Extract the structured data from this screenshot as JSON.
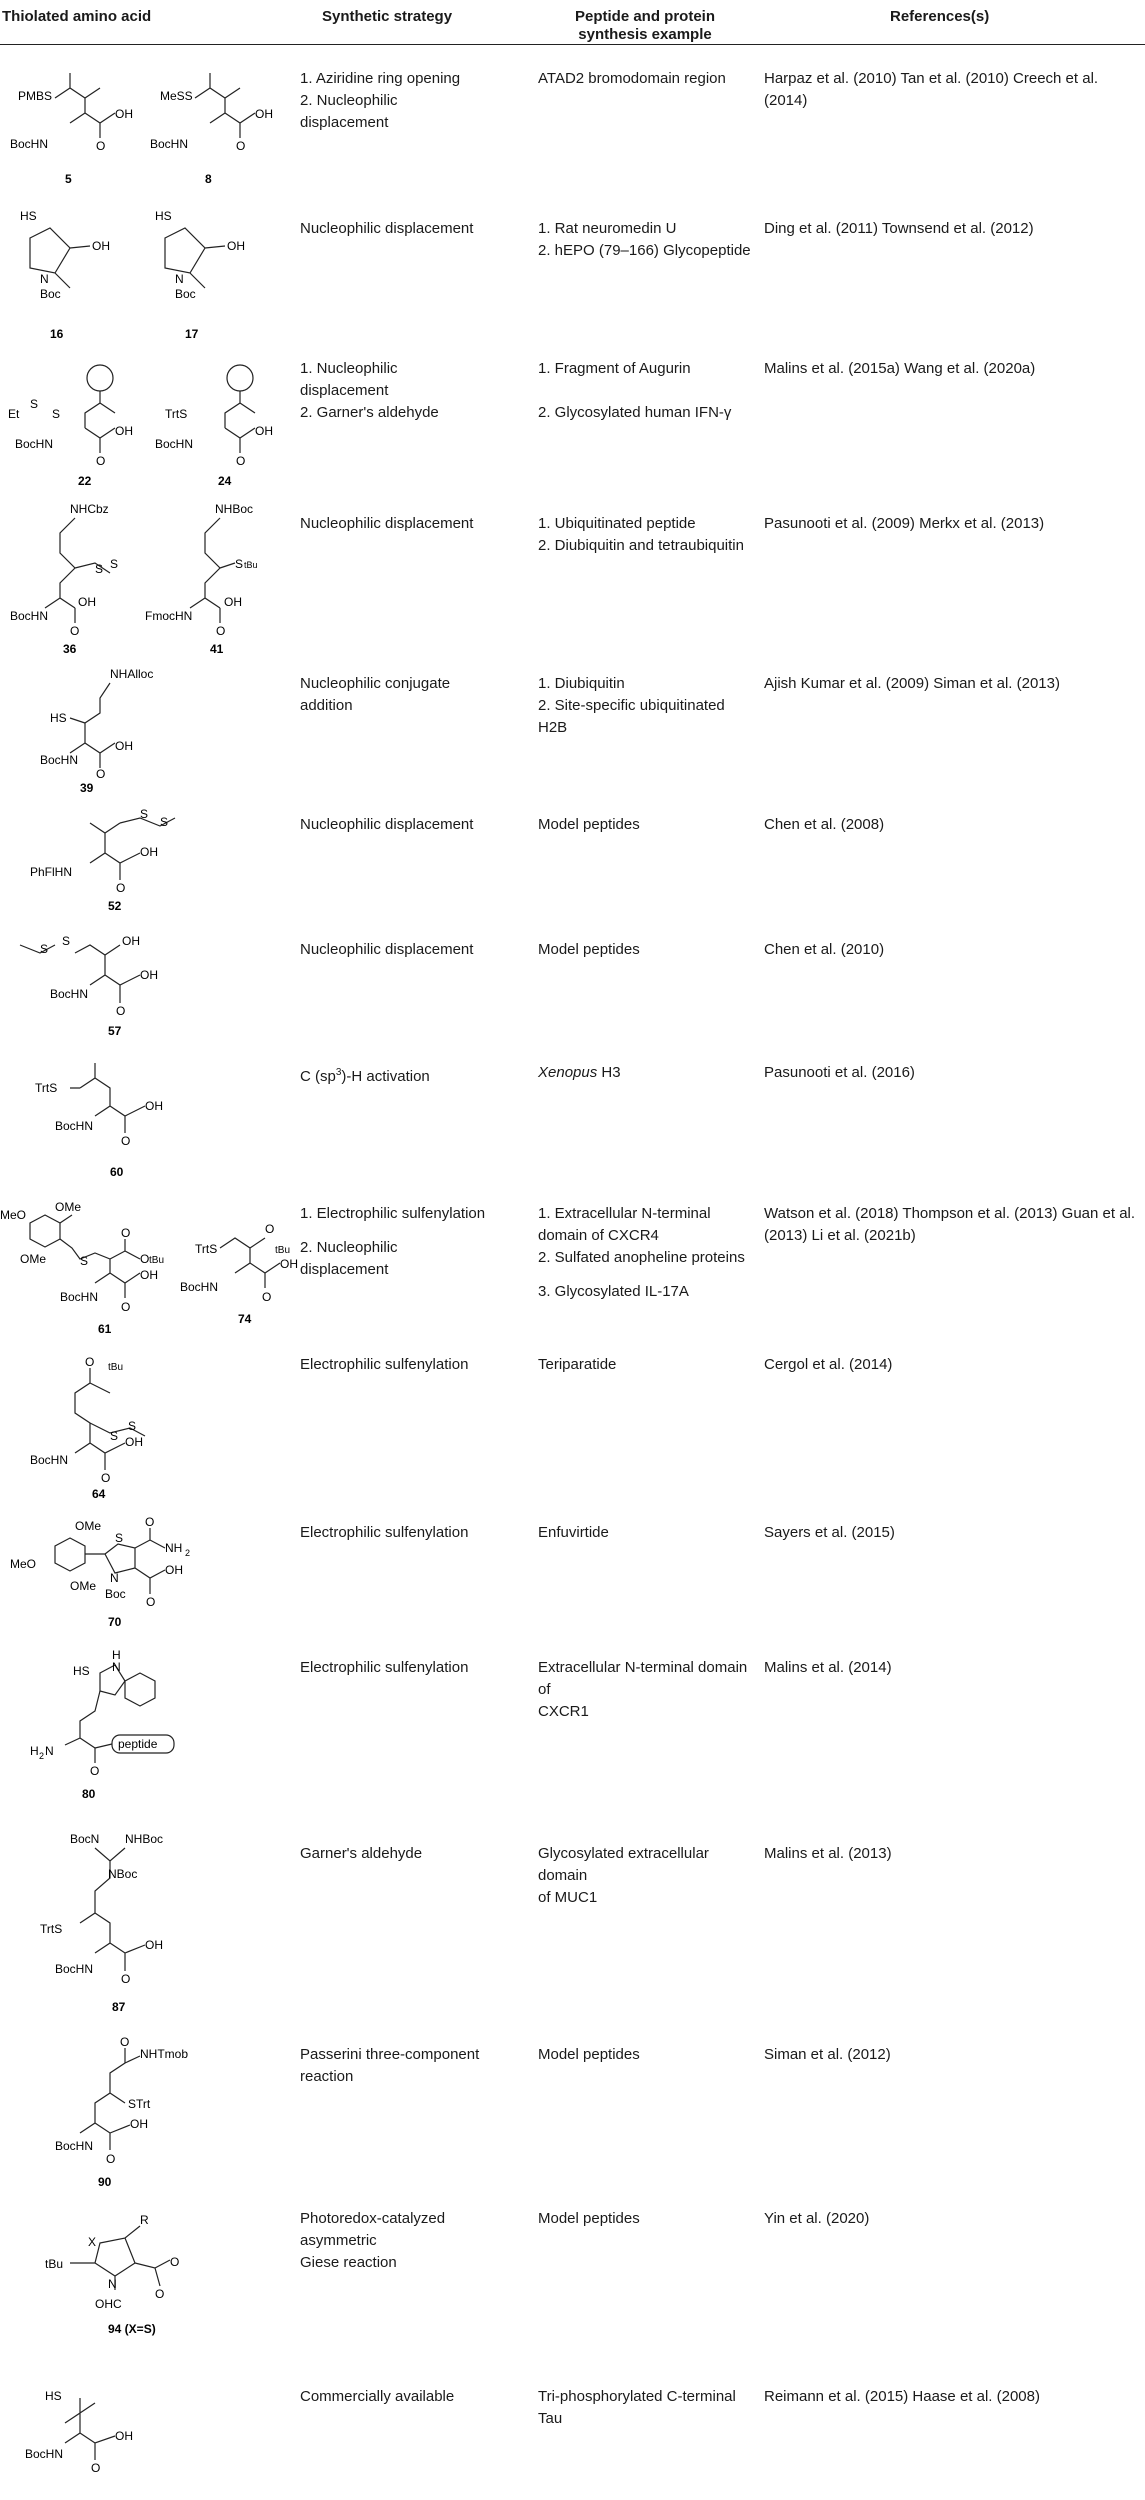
{
  "header": {
    "col1": "Thiolated amino acid",
    "col2": "Synthetic strategy",
    "col3_line1": "Peptide and protein",
    "col3_line2": "synthesis example",
    "col4": "References(s)"
  },
  "rows": [
    {
      "compounds": [
        "5",
        "8"
      ],
      "strategy": [
        "1. Aziridine ring opening",
        "2. Nucleophilic",
        "displacement"
      ],
      "peptide": [
        "ATAD2 bromodomain region"
      ],
      "refs": [
        "Harpaz et al. (2010) Tan et al. (2010) Creech et al. (2014)"
      ]
    },
    {
      "compounds": [
        "16",
        "17"
      ],
      "strategy": [
        "Nucleophilic displacement"
      ],
      "peptide": [
        "1. Rat neuromedin U",
        "2. hEPO (79–166) Glycopeptide"
      ],
      "refs": [
        "Ding et al. (2011) Townsend et al. (2012)"
      ]
    },
    {
      "compounds": [
        "22",
        "24"
      ],
      "strategy": [
        "1. Nucleophilic",
        "displacement",
        "2. Garner's aldehyde"
      ],
      "peptide": [
        "1. Fragment of Augurin",
        "",
        "2. Glycosylated human IFN-γ"
      ],
      "refs": [
        "Malins et al. (2015a) Wang et al. (2020a)"
      ]
    },
    {
      "compounds": [
        "36",
        "41"
      ],
      "strategy": [
        "Nucleophilic displacement"
      ],
      "peptide": [
        "1. Ubiquitinated peptide",
        "2. Diubiquitin and tetraubiquitin"
      ],
      "refs": [
        "Pasunooti et al. (2009) Merkx et al. (2013)"
      ]
    },
    {
      "compounds": [
        "39"
      ],
      "strategy": [
        "Nucleophilic conjugate",
        "addition"
      ],
      "peptide": [
        "1. Diubiquitin",
        "2. Site-specific ubiquitinated H2B"
      ],
      "refs": [
        "Ajish Kumar et al. (2009) Siman et al. (2013)"
      ]
    },
    {
      "compounds": [
        "52"
      ],
      "strategy": [
        "Nucleophilic displacement"
      ],
      "peptide": [
        "Model peptides"
      ],
      "refs": [
        "Chen et al. (2008)"
      ]
    },
    {
      "compounds": [
        "57"
      ],
      "strategy": [
        "Nucleophilic displacement"
      ],
      "peptide": [
        "Model peptides"
      ],
      "refs": [
        "Chen et al. (2010)"
      ]
    },
    {
      "compounds": [
        "60"
      ],
      "strategy_pre": "C (sp",
      "strategy_sup": "3",
      "strategy_post": ")-H activation",
      "peptide_italic": "Xenopus",
      "peptide_rest": " H3",
      "refs": [
        "Pasunooti et al. (2016)"
      ]
    },
    {
      "compounds": [
        "61",
        "74"
      ],
      "strategy": [
        "1. Electrophilic sulfenylation",
        "",
        "2. Nucleophilic",
        "displacement"
      ],
      "peptide": [
        "1. Extracellular N-terminal",
        "domain of CXCR4",
        "2. Sulfated anopheline proteins",
        "",
        "3. Glycosylated IL-17A"
      ],
      "refs": [
        "Watson et al. (2018) Thompson et al. (2013) Guan et al.",
        "(2013) Li et al. (2021b)"
      ]
    },
    {
      "compounds": [
        "64"
      ],
      "strategy": [
        "Electrophilic sulfenylation"
      ],
      "peptide": [
        "Teriparatide"
      ],
      "refs": [
        "Cergol et al. (2014)"
      ]
    },
    {
      "compounds": [
        "70"
      ],
      "strategy": [
        "Electrophilic sulfenylation"
      ],
      "peptide": [
        "Enfuvirtide"
      ],
      "refs": [
        "Sayers et al. (2015)"
      ]
    },
    {
      "compounds": [
        "80"
      ],
      "strategy": [
        "Electrophilic sulfenylation"
      ],
      "peptide": [
        "Extracellular N-terminal domain of",
        "CXCR1"
      ],
      "refs": [
        "Malins et al. (2014)"
      ]
    },
    {
      "compounds": [
        "87"
      ],
      "strategy": [
        "Garner's aldehyde"
      ],
      "peptide": [
        "Glycosylated extracellular domain",
        "of MUC1"
      ],
      "refs": [
        "Malins et al. (2013)"
      ]
    },
    {
      "compounds": [
        "90"
      ],
      "strategy": [
        "Passerini three-component",
        "reaction"
      ],
      "peptide": [
        "Model peptides"
      ],
      "refs": [
        "Siman et al. (2012)"
      ]
    },
    {
      "compounds": [
        "94 (X=S)"
      ],
      "strategy": [
        "Photoredox-catalyzed",
        "asymmetric",
        "Giese reaction"
      ],
      "peptide": [
        "Model peptides"
      ],
      "refs": [
        "Yin et al. (2020)"
      ]
    },
    {
      "compounds": [],
      "strategy": [
        "Commercially available"
      ],
      "peptide": [
        "Tri-phosphorylated C-terminal Tau"
      ],
      "refs": [
        "Reimann et al. (2015) Haase et al. (2008)"
      ]
    }
  ],
  "structure_labels": {
    "PMBS": "PMBS",
    "MeSS": "MeSS",
    "BocHN": "BocHN",
    "OH": "OH",
    "O": "O",
    "HS": "HS",
    "N": "N",
    "Boc": "Boc",
    "Et": "Et",
    "S": "S",
    "TrtS": "TrtS",
    "NHCbz": "NHCbz",
    "NHBoc": "NHBoc",
    "FmocHN": "FmocHN",
    "StBu": "S",
    "tBu": "tBu",
    "NHAlloc": "NHAlloc",
    "PhFlHN": "PhFlHN",
    "OMe": "OMe",
    "MeO": "MeO",
    "OtBu": "O",
    "NH2": "NH",
    "H2N": "H",
    "peptide": "peptide",
    "H": "H",
    "BocN": "BocN",
    "NBoc": "NBoc",
    "NHTmob": "NHTmob",
    "STrt": "STrt",
    "R": "R",
    "X": "X",
    "OHC": "OHC",
    "BocNH2": "N"
  }
}
